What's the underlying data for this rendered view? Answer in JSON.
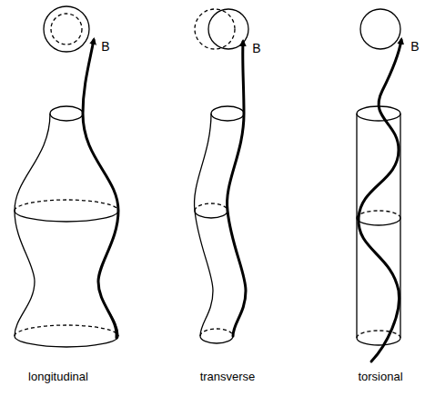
{
  "diagram": {
    "labels": [
      "B",
      "B",
      "B",
      "longitudinal",
      "transverse",
      "torsional"
    ]
  }
}
